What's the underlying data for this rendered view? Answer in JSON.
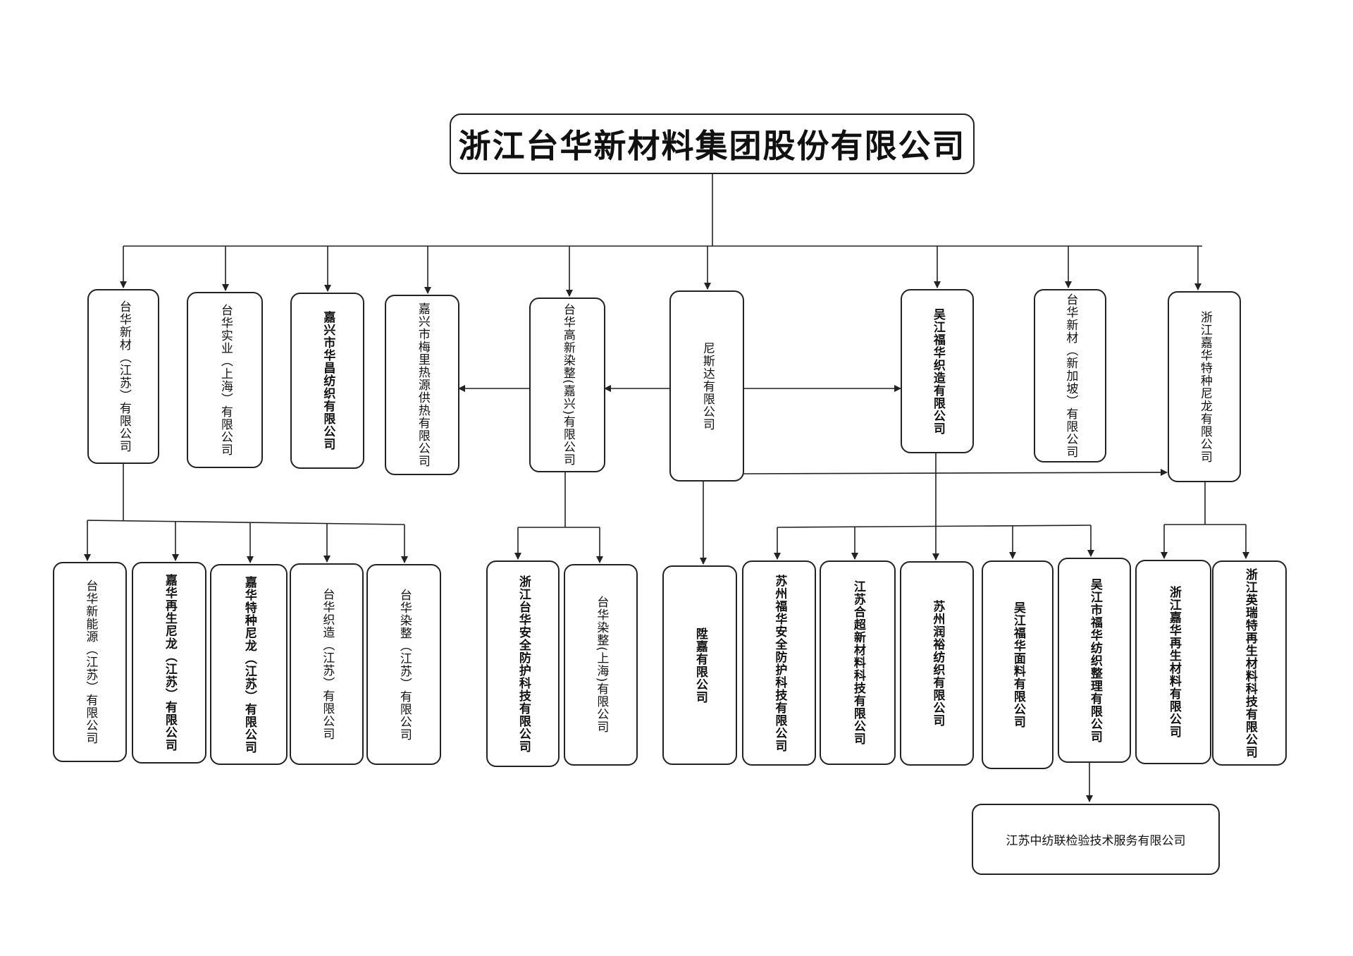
{
  "root": "浙江台华新材料集团股份有限公司",
  "level1": [
    "台华新材（江苏）有限公司",
    "台华实业（上海）有限公司",
    "嘉兴市华昌纺织有限公司",
    "嘉兴市梅里热源供热有限公司",
    "台华高新染整(嘉兴)有限公司",
    "尼斯达有限公司",
    "吴江福华织造有限公司",
    "台华新材（新加坡）有限公司",
    "浙江嘉华特种尼龙有限公司"
  ],
  "level2": [
    "台华新能源（江苏）有限公司",
    "嘉华再生尼龙（江苏）有限公司",
    "嘉华特种尼龙（江苏）有限公司",
    "台华织造（江苏）有限公司",
    "台华染整（江苏）有限公司",
    "浙江台华安全防护科技有限公司",
    "台华染整(上海)有限公司",
    "陞嘉有限公司",
    "苏州福华安全防护科技有限公司",
    "江苏合超新材料科技有限公司",
    "苏州润裕纺织有限公司",
    "吴江福华面料有限公司",
    "吴江市福华纺织整理有限公司",
    "浙江嘉华再生材料有限公司",
    "浙江英瑞特再生材料科技有限公司"
  ],
  "level3": [
    "江苏中纺联检验技术服务有限公司"
  ]
}
